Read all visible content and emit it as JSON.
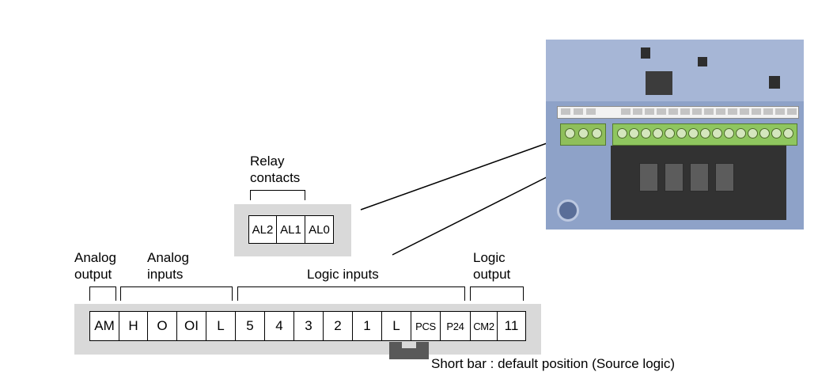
{
  "labels": {
    "relay_line1": "Relay",
    "relay_line2": "contacts",
    "analog_output_line1": "Analog",
    "analog_output_line2": "output",
    "analog_inputs_line1": "Analog",
    "analog_inputs_line2": "inputs",
    "logic_inputs": "Logic inputs",
    "logic_output_line1": "Logic",
    "logic_output_line2": "output",
    "short_bar": "Short bar : default position (Source logic)"
  },
  "relay_terminals": [
    "AL2",
    "AL1",
    "AL0"
  ],
  "main_terminals": [
    "AM",
    "H",
    "O",
    "OI",
    "L",
    "5",
    "4",
    "3",
    "2",
    "1",
    "L",
    "PCS",
    "P24",
    "CM2",
    "11"
  ],
  "colors": {
    "panel": "#d9d9d9",
    "short_bar": "#595959"
  }
}
